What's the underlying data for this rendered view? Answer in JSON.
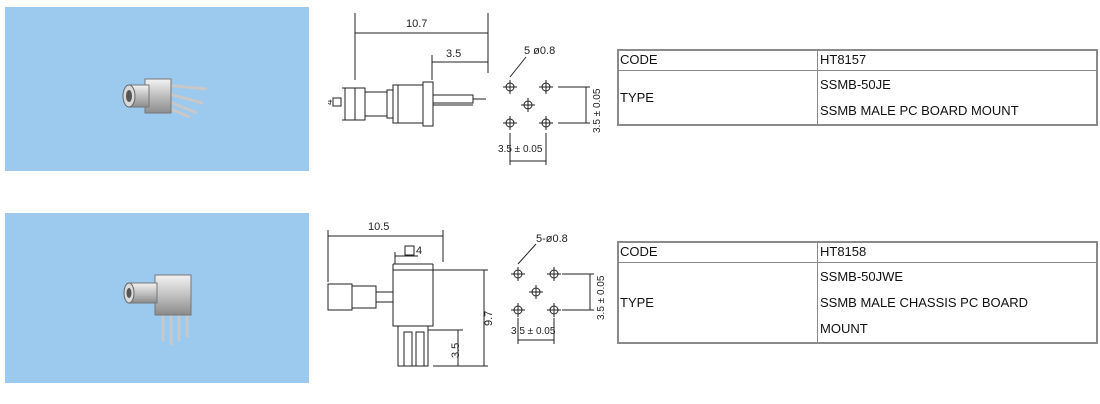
{
  "products": [
    {
      "photo": {
        "alt_icon": "ssmb-male-pc-board-connector-photo",
        "bg": "#9cc9ee"
      },
      "drawing": {
        "width_dim": "10.7",
        "tail_dim": "3.5",
        "square_dim": "4",
        "holes_label": "5 ø0.8",
        "pitch_v": "3.5 ± 0.05",
        "pitch_h": "3.5 ± 0.05"
      },
      "spec": {
        "code_label": "CODE",
        "code_value": "HT8157",
        "type_label": "TYPE",
        "type_lines": [
          "SSMB-50JE",
          "SSMB MALE PC BOARD MOUNT"
        ]
      }
    },
    {
      "photo": {
        "alt_icon": "ssmb-male-chassis-connector-photo",
        "bg": "#9cc9ee"
      },
      "drawing": {
        "width_dim": "10.5",
        "square_dim": "4",
        "height_dim": "9.7",
        "pin_dim": "3.5",
        "holes_label": "5-ø0.8",
        "pitch_v": "3.5 ± 0.05",
        "pitch_h": "3.5 ± 0.05"
      },
      "spec": {
        "code_label": "CODE",
        "code_value": "HT8158",
        "type_label": "TYPE",
        "type_lines": [
          "SSMB-50JWE",
          "SSMB MALE CHASSIS PC BOARD",
          "MOUNT"
        ]
      }
    }
  ]
}
